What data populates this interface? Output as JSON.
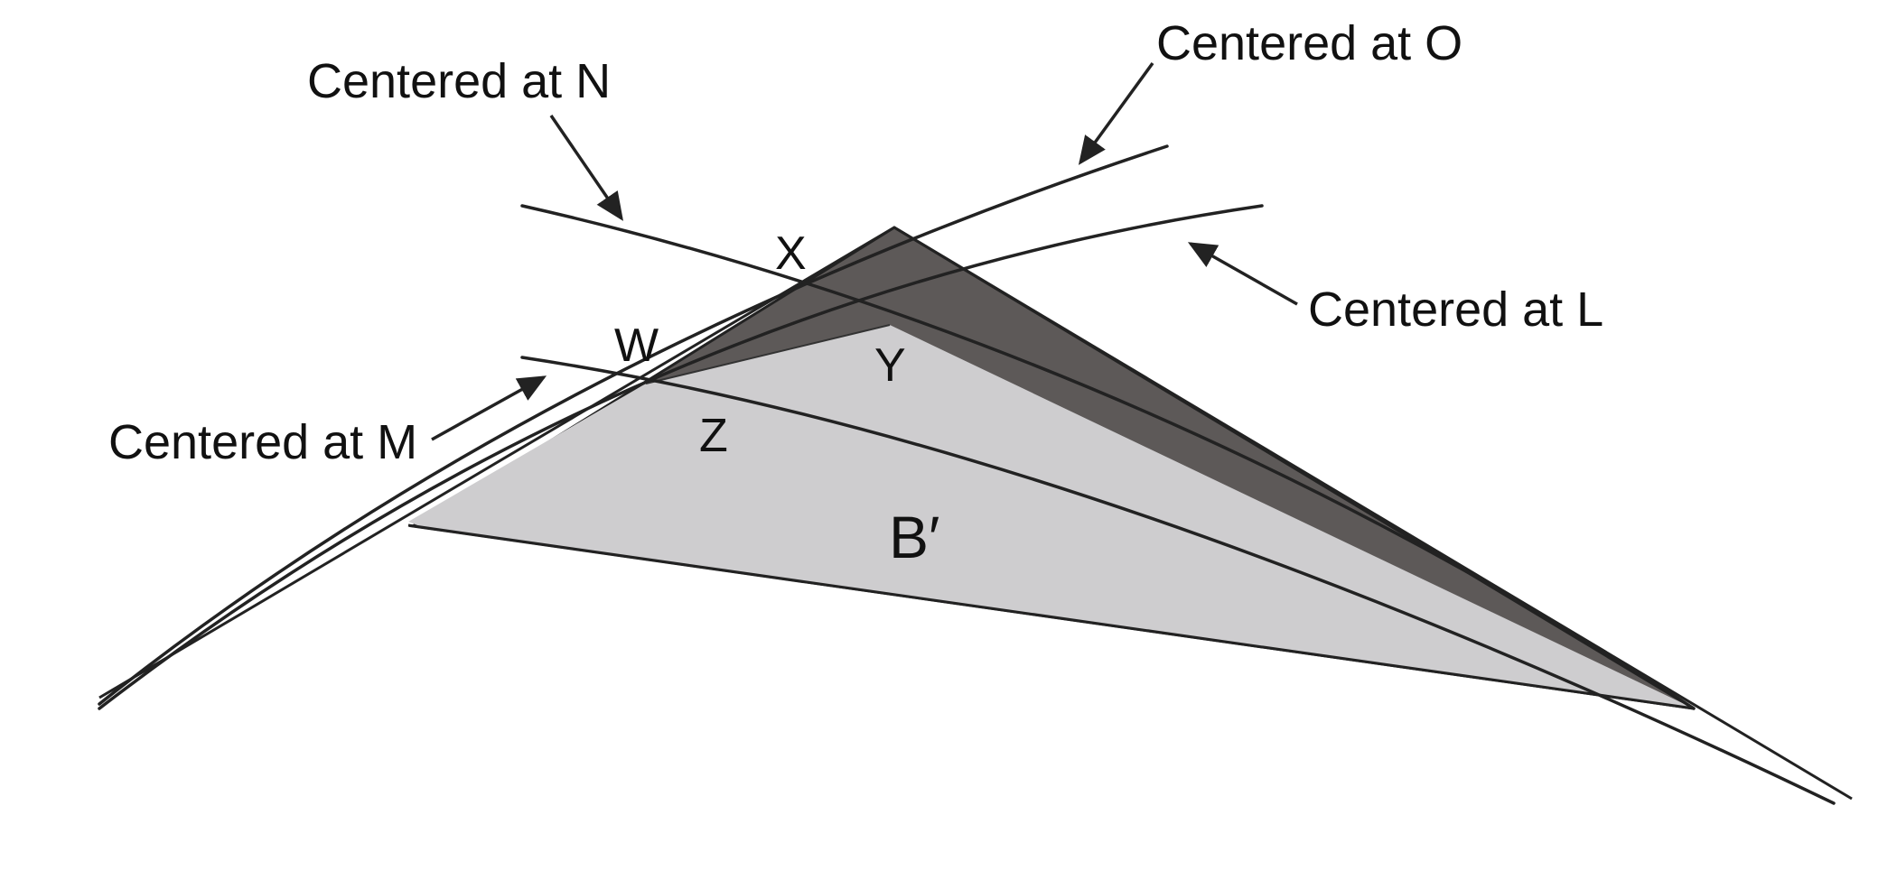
{
  "callouts": {
    "N": "Centered at N",
    "O": "Centered at O",
    "L": "Centered at L",
    "M": "Centered at M"
  },
  "points": {
    "X": "X",
    "W": "W",
    "Y": "Y",
    "Z": "Z"
  },
  "region": {
    "label": "B′"
  },
  "colors": {
    "dark_region": "#5d5958",
    "light_region": "#cecdcf",
    "stroke": "#222222"
  }
}
